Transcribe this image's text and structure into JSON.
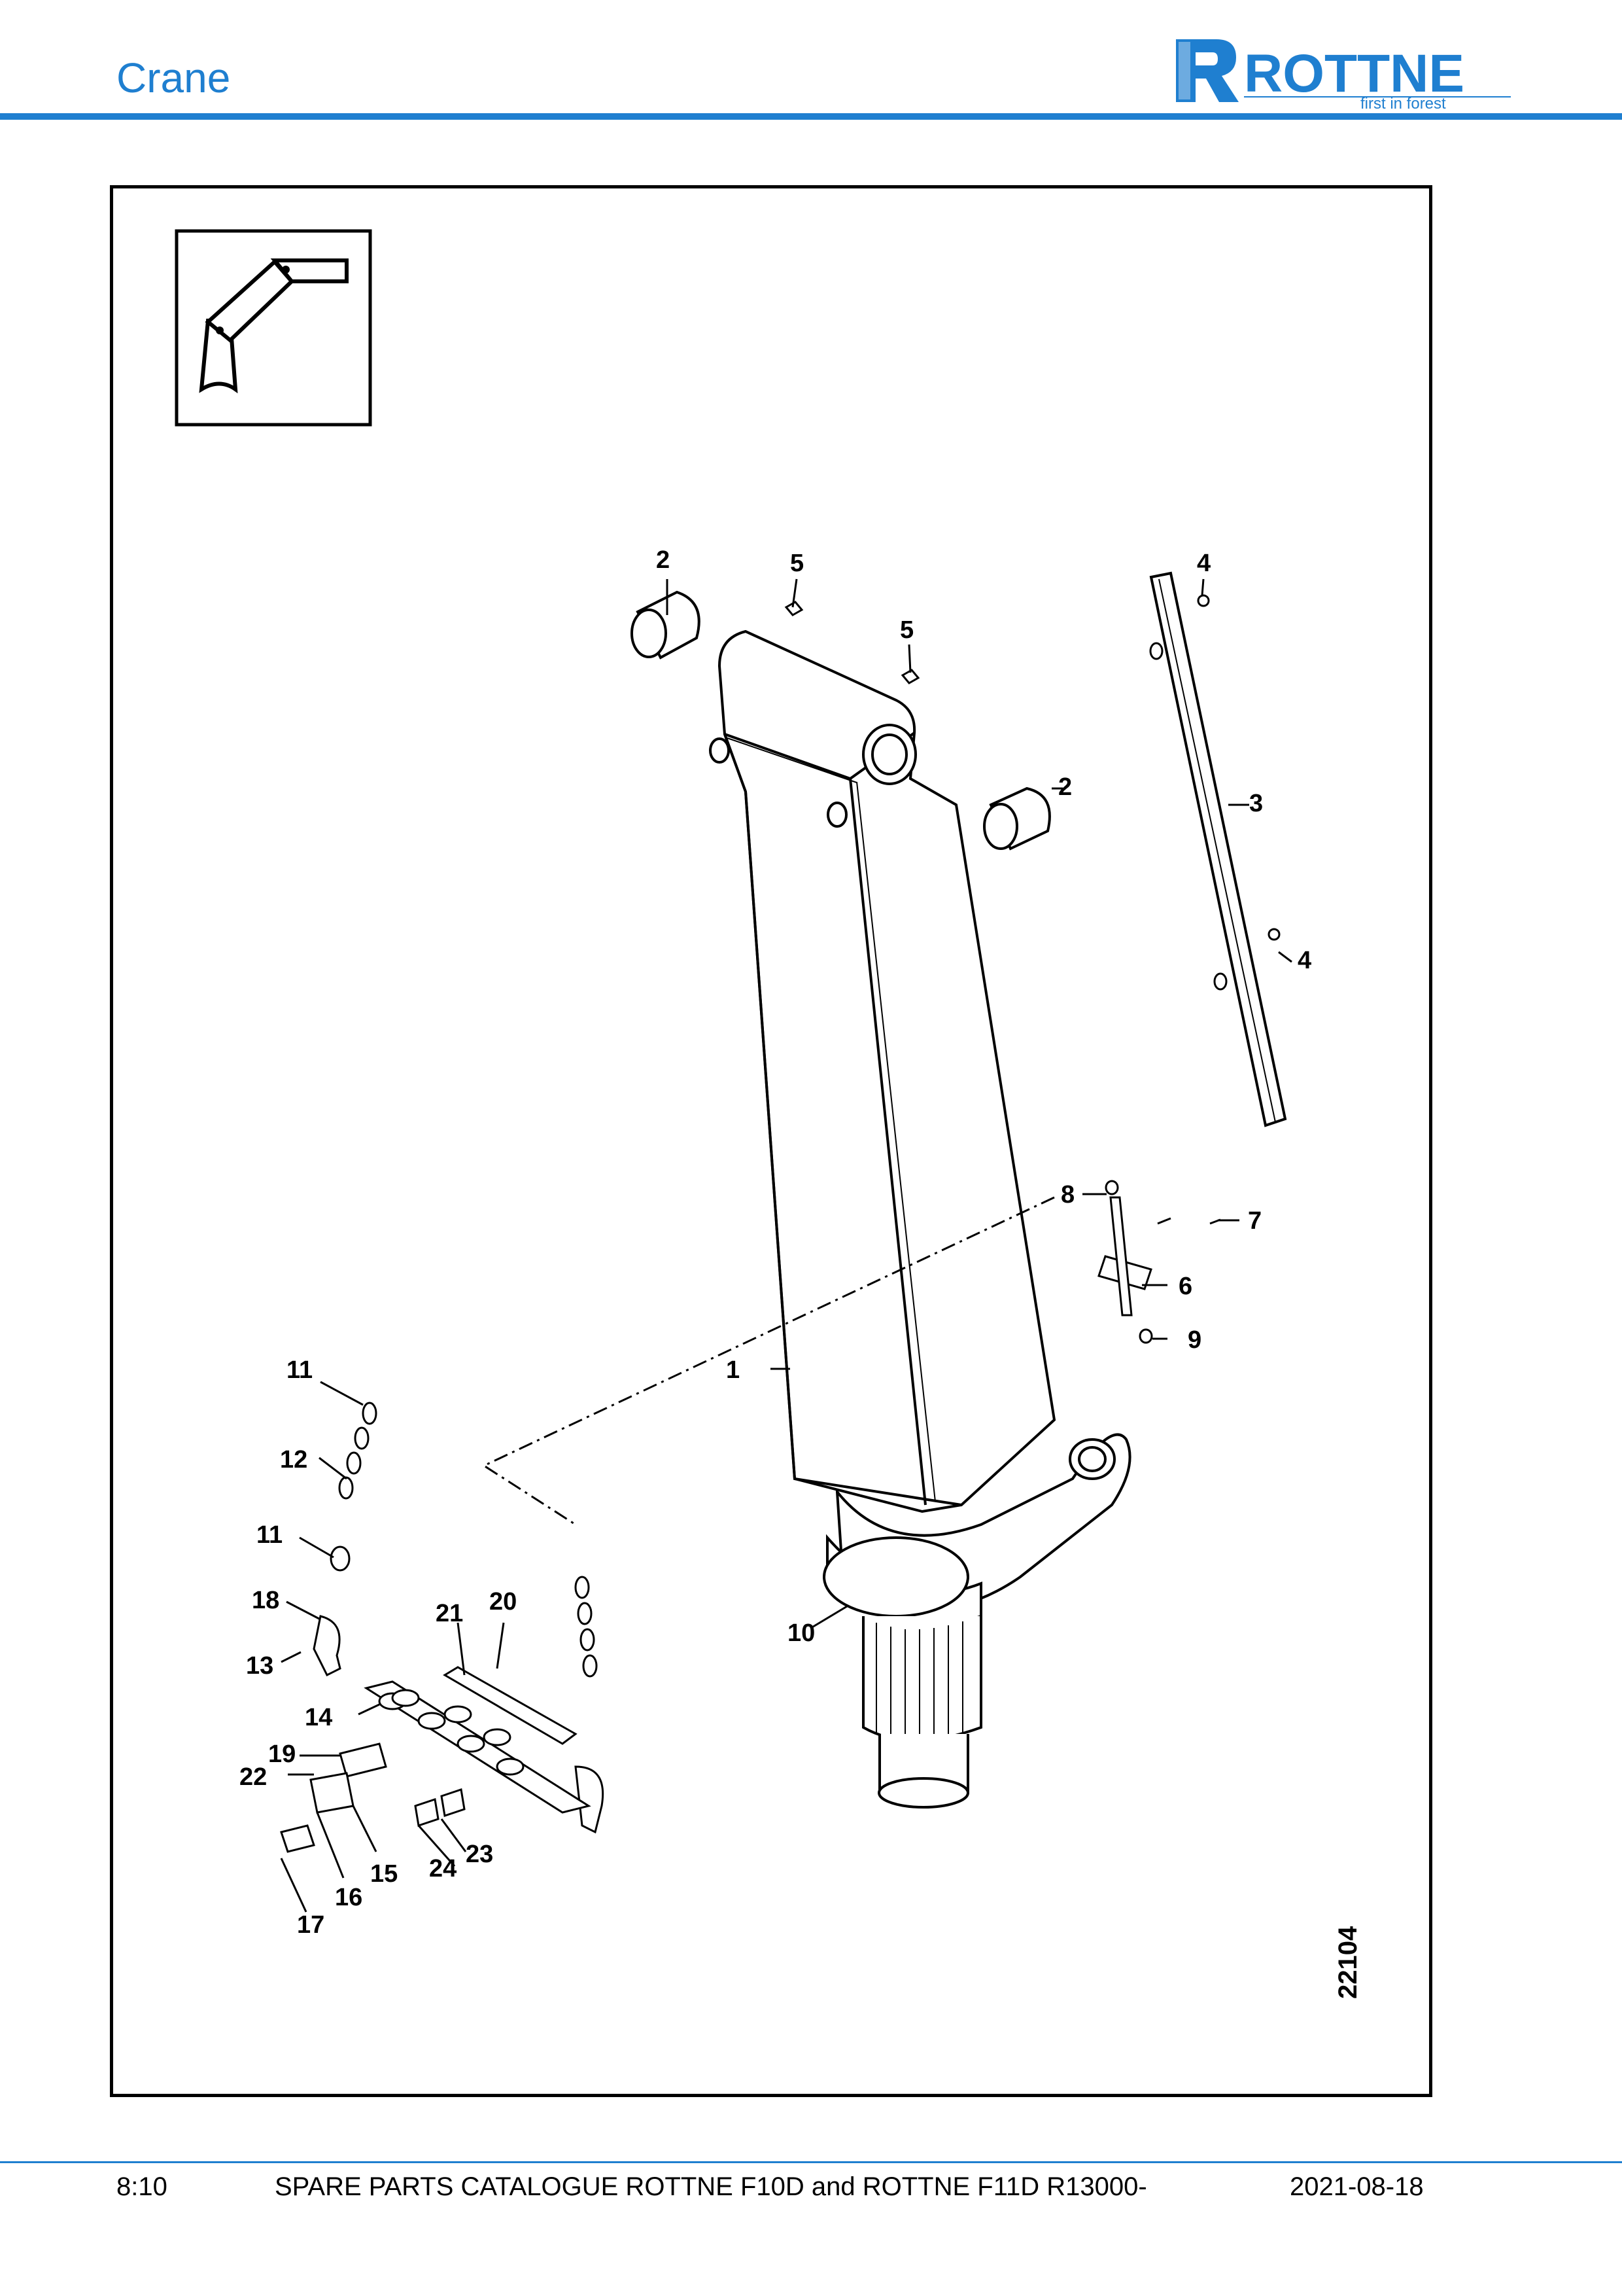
{
  "header": {
    "section_title": "Crane",
    "brand": {
      "name": "ROTTNE",
      "tagline": "first in forest",
      "color": "#1f7fd0"
    }
  },
  "diagram": {
    "reference_number": "22104",
    "callouts": {
      "c1": "1",
      "c2a": "2",
      "c2b": "2",
      "c3": "3",
      "c4a": "4",
      "c4b": "4",
      "c5a": "5",
      "c5b": "5",
      "c6": "6",
      "c7": "7",
      "c8": "8",
      "c9": "9",
      "c10": "10",
      "c11a": "11",
      "c11b": "11",
      "c12": "12",
      "c13": "13",
      "c14": "14",
      "c15": "15",
      "c16": "16",
      "c17": "17",
      "c18": "18",
      "c19": "19",
      "c20": "20",
      "c21": "21",
      "c22": "22",
      "c23": "23",
      "c24": "24"
    }
  },
  "footer": {
    "page": "8:10",
    "title": "SPARE PARTS CATALOGUE ROTTNE F10D and ROTTNE F11D R13000-",
    "date": "2021-08-18"
  }
}
